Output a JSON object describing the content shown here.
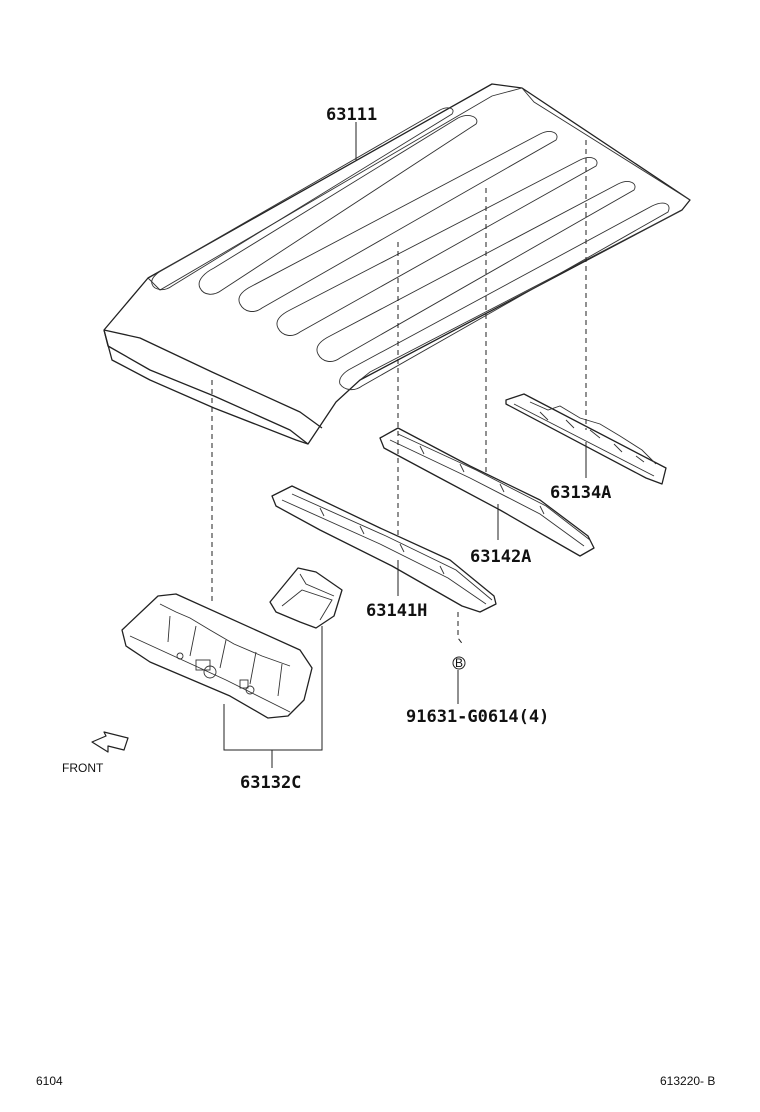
{
  "diagram": {
    "parts": [
      {
        "id": "roof-panel",
        "number": "63111"
      },
      {
        "id": "roof-panel-reinforcement-rear",
        "number": "63134A"
      },
      {
        "id": "roof-bow-center",
        "number": "63142A"
      },
      {
        "id": "roof-bow-front",
        "number": "63141H"
      },
      {
        "id": "header-panel",
        "number": "63132C"
      }
    ],
    "fastener": {
      "number": "91631-G0614(4)",
      "callout": "B"
    },
    "direction": {
      "label": "FRONT"
    }
  },
  "footer": {
    "left_code": "6104",
    "right_code": "613220- B"
  }
}
